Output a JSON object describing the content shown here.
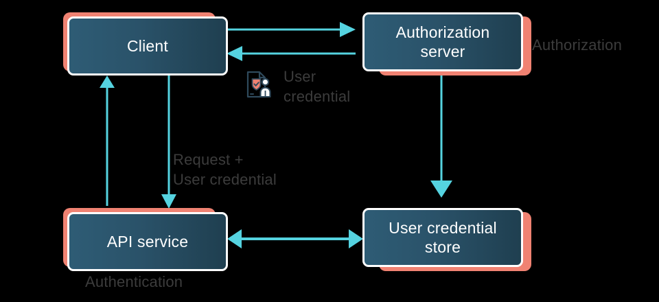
{
  "diagram": {
    "title": "OAuth style authorization and authentication flow",
    "background_color": "#000000",
    "accent_arrow_color": "#55d3e0",
    "node_border_color": "#ffffff",
    "node_shadow_color": "#f08272",
    "node_gradient_from": "#2e5c75",
    "node_gradient_to": "#1f3f50",
    "annotation_color": "#3c3c3c",
    "nodes": [
      {
        "id": "client",
        "label": "Client"
      },
      {
        "id": "authorization-server",
        "label": "Authorization\nserver"
      },
      {
        "id": "api-service",
        "label": "API service"
      },
      {
        "id": "user-credential-store",
        "label": "User credential\nstore"
      }
    ],
    "annotations": [
      {
        "id": "authorization",
        "text": "Authorization"
      },
      {
        "id": "authentication",
        "text": "Authentication"
      },
      {
        "id": "user-credential",
        "text": "User\ncredential"
      },
      {
        "id": "request-user-credential",
        "text": "Request +\nUser credential"
      }
    ],
    "icons": [
      {
        "id": "user-credential-icon",
        "name": "user-credential-document-icon"
      }
    ],
    "connections": [
      {
        "id": "client-to-auth",
        "from": "client",
        "to": "authorization-server",
        "direction": "right"
      },
      {
        "id": "auth-to-client",
        "from": "authorization-server",
        "to": "client",
        "direction": "left"
      },
      {
        "id": "client-to-api",
        "from": "client",
        "to": "api-service",
        "direction": "down"
      },
      {
        "id": "api-to-client",
        "from": "api-service",
        "to": "client",
        "direction": "up"
      },
      {
        "id": "auth-to-store",
        "from": "authorization-server",
        "to": "user-credential-store",
        "direction": "down"
      },
      {
        "id": "api-store-bidirectional",
        "from": "api-service",
        "to": "user-credential-store",
        "direction": "both"
      }
    ]
  }
}
